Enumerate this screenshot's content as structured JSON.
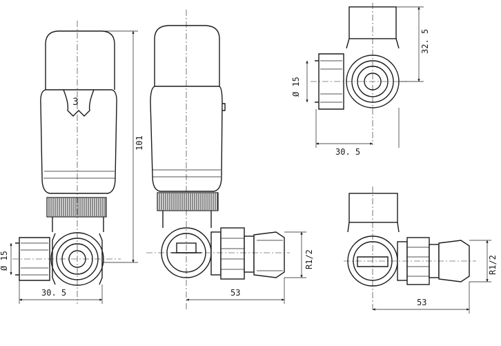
{
  "dimensions": {
    "head_height": "101",
    "pipe_diameter_front": "Ø 15",
    "width_front": "30. 5",
    "thread_mid": "R1/2",
    "length_mid": "53",
    "pipe_diameter_top": "Ø 15",
    "height_top": "32. 5",
    "width_top": "30. 5",
    "thread_bottom": "R1/2",
    "length_bottom": "53"
  },
  "head_setting_number": "3"
}
